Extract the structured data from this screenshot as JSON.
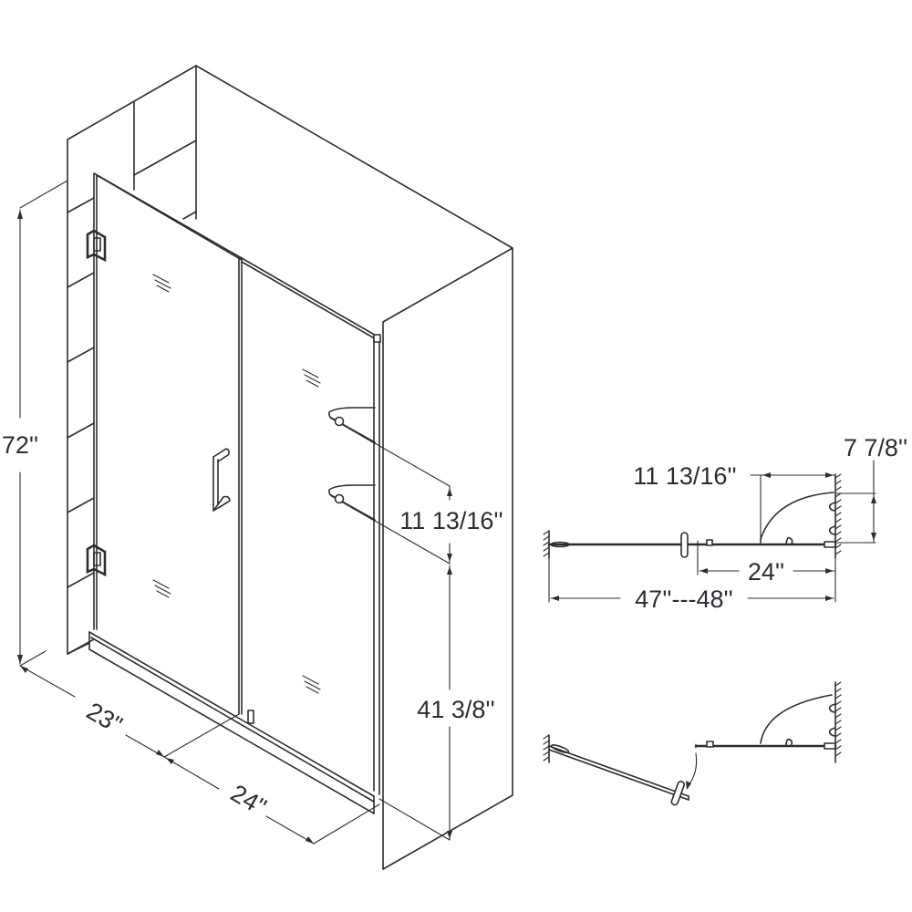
{
  "diagram": {
    "subject": "Frameless hinged shower door with inline panel and corner shelves",
    "colors": {
      "line": "#2a2d33",
      "background": "#ffffff"
    },
    "isometric_view": {
      "dimensions": {
        "height": "72''",
        "door_width": "23\"",
        "panel_width": "24\"",
        "shelf_spacing": "11 13/16''",
        "shelf_height_from_base": "41 3/8''"
      },
      "components": [
        "back-wall",
        "left-tiled-wall",
        "right-return-wall",
        "door-glass",
        "inline-panel-glass",
        "top-hinge",
        "bottom-hinge",
        "door-handle",
        "upper-corner-shelf",
        "lower-corner-shelf",
        "base-threshold"
      ]
    },
    "plan_view_closed": {
      "dimensions": {
        "shelf_depth": "11 13/16''",
        "shelf_return": "7 7/8''",
        "panel_width": "24''",
        "overall_width": "47''---48''"
      }
    },
    "plan_view_open": {
      "caption": "",
      "swing_arrow": "door-swing-arrow"
    }
  }
}
